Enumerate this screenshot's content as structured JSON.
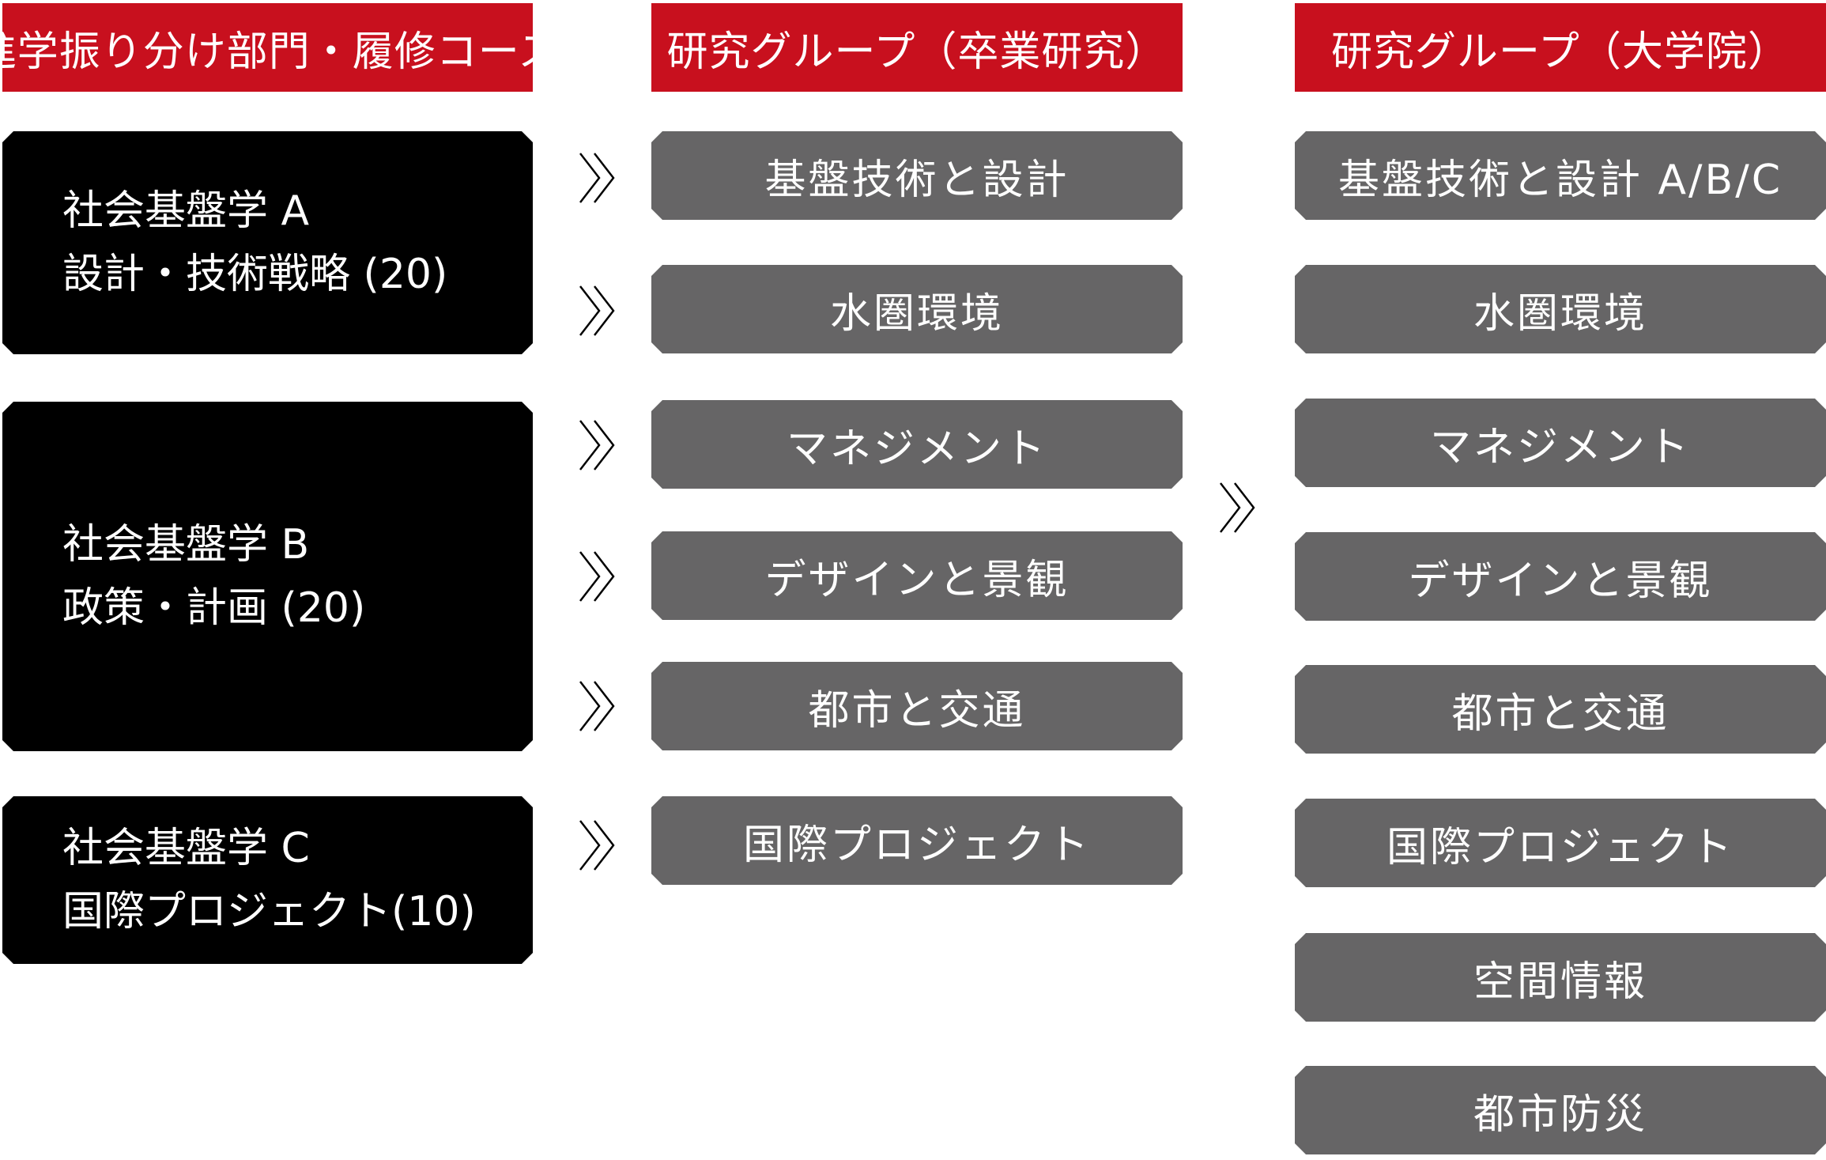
{
  "headers": {
    "courses": "進学振り分け部門・履修コース",
    "undergrad": "研究グループ（卒業研究）",
    "graduate": "研究グループ（大学院）"
  },
  "courses": [
    {
      "line1": "社会基盤学 A",
      "line2": "設計・技術戦略 (20)"
    },
    {
      "line1": "社会基盤学 B",
      "line2": "政策・計画 (20)"
    },
    {
      "line1": "社会基盤学 C",
      "line2": "国際プロジェクト(10)"
    }
  ],
  "undergrad_groups": [
    "基盤技術と設計",
    "水圏環境",
    "マネジメント",
    "デザインと景観",
    "都市と交通",
    "国際プロジェクト"
  ],
  "graduate_groups": [
    "基盤技術と設計 A/B/C",
    "水圏環境",
    "マネジメント",
    "デザインと景観",
    "都市と交通",
    "国際プロジェクト",
    "空間情報",
    "都市防災"
  ],
  "colors": {
    "header_red": "#c8101e",
    "course_black": "#000000",
    "group_gray": "#666566",
    "arrow_stroke": "#000000"
  },
  "icons": {
    "arrow": "double-chevron-right-icon"
  }
}
